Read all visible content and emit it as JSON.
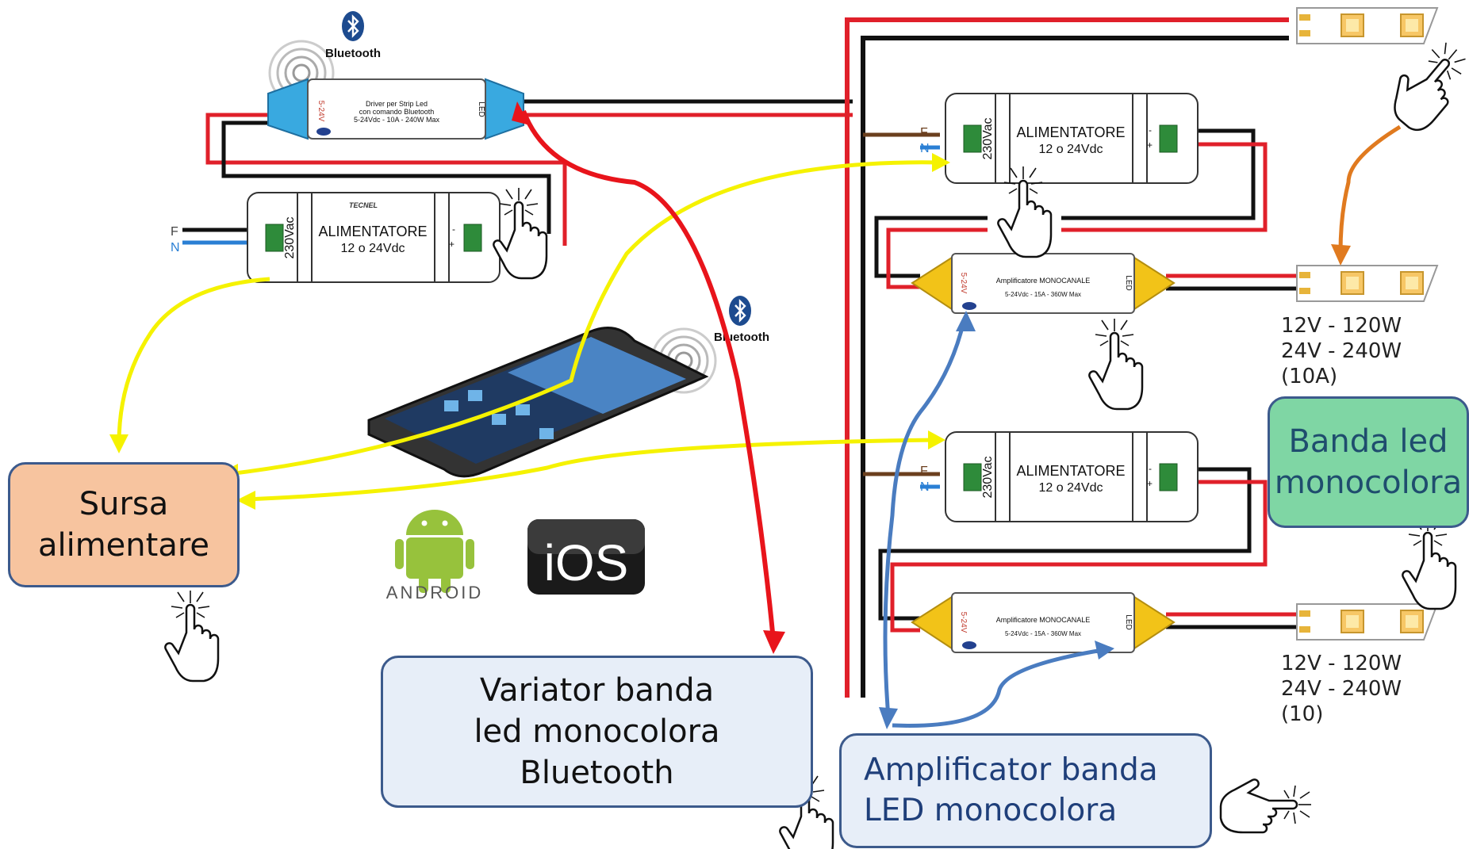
{
  "labels": {
    "sursa": [
      "Sursa",
      "alimentare"
    ],
    "variator": [
      "Variator banda",
      "led monocolora",
      "Bluetooth"
    ],
    "amplificator": [
      "Amplificator banda",
      "LED monocolora"
    ],
    "banda": [
      "Banda led",
      "monocolora"
    ]
  },
  "specs": {
    "strip1": [
      "12V - 120W",
      "24V - 240W",
      "(10A)"
    ],
    "strip2": [
      "12V - 120W",
      "24V - 240W",
      "(10)"
    ]
  },
  "devices": {
    "bluetooth_word": "Bluetooth",
    "alimentatore_title": "ALIMENTATORE",
    "alimentatore_sub": "12 o 24Vdc",
    "voltage_in": "230Vac",
    "phase": "F",
    "neutral": "N",
    "minus": "-",
    "plus": "+",
    "driver_lines": [
      "Driver per Strip Led",
      "con comando Bluetooth",
      "5-24Vdc - 10A - 240W Max"
    ],
    "driver_in": "5-24V",
    "driver_out": "LED",
    "amp_title": "Amplificatore MONOCANALE",
    "amp_spec": "5-24Vdc - 15A - 360W Max",
    "tecnel": "TECNEL"
  },
  "logos": {
    "android": "ANDROID",
    "ios": "iOS"
  },
  "colors": {
    "wire_red": "#e0202a",
    "wire_black": "#111111",
    "arrow_yellow": "#f5f200",
    "arrow_red": "#e8141b",
    "arrow_blue": "#4a7cc0",
    "arrow_orange": "#e07a1f",
    "driver_blue": "#39a9e0",
    "amp_yellow": "#f2c318",
    "led_chip": "#f7c766",
    "callout_border": "#3c5a8c"
  },
  "icons": [
    "bluetooth-icon",
    "wireless-waves-icon",
    "hand-pointer-icon",
    "smartphone-icon",
    "android-logo",
    "ios-logo"
  ]
}
